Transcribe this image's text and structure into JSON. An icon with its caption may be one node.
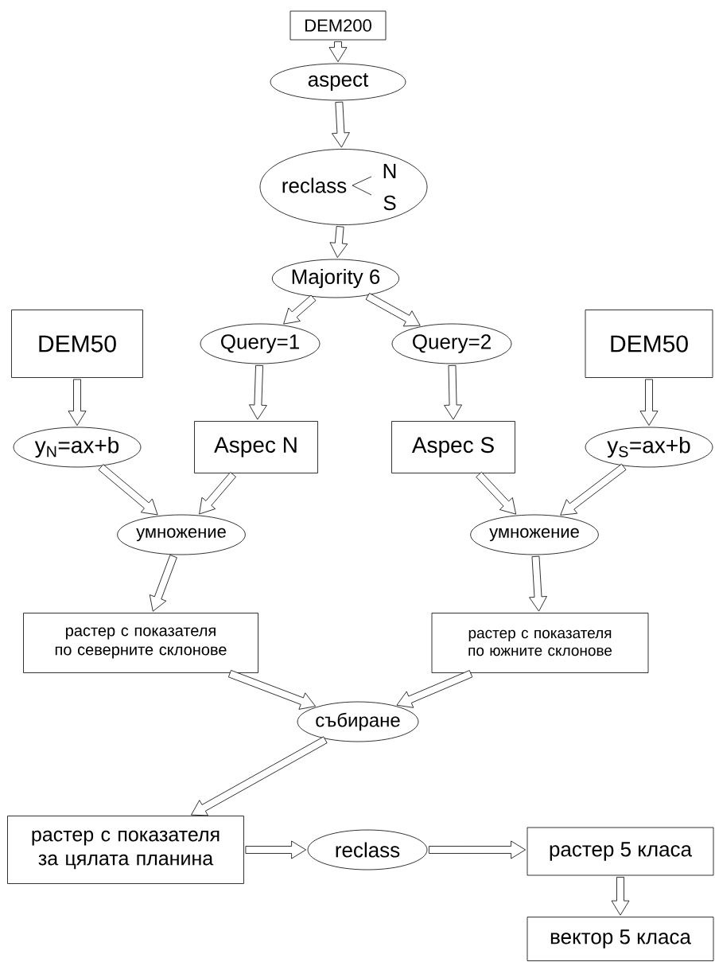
{
  "diagram": {
    "nodes": [
      {
        "text": [
          "DEM200"
        ]
      },
      {
        "text": [
          "aspect"
        ]
      },
      {
        "text": [
          "reclass",
          "N",
          "S"
        ]
      },
      {
        "text": [
          "Majority 6"
        ]
      },
      {
        "text": [
          "DEM50"
        ]
      },
      {
        "text": [
          "Query=1"
        ]
      },
      {
        "text": [
          "Query=2"
        ]
      },
      {
        "text": [
          "DEM50"
        ]
      },
      {
        "text": [
          "y$_{N}$=ax+b"
        ]
      },
      {
        "text": [
          "Aspec N"
        ]
      },
      {
        "text": [
          "Aspec S"
        ]
      },
      {
        "text": [
          "y$_{S}$=ax+b"
        ]
      },
      {
        "text": [
          "умножение"
        ]
      },
      {
        "text": [
          "умножение"
        ]
      },
      {
        "text": [
          "растер с показателя по северните склонове"
        ]
      },
      {
        "text": [
          "растер с показателя по южните склонове"
        ]
      },
      {
        "text": [
          "събиране"
        ]
      },
      {
        "text": [
          "растер с показателя за цялата планина"
        ]
      },
      {
        "text": [
          "reclass"
        ]
      },
      {
        "text": [
          "растер 5 класа"
        ]
      },
      {
        "text": [
          "вектор 5 класа"
        ]
      }
    ],
    "edges": [
      {
        "from": 0,
        "to": 1,
        "arrow": "to"
      },
      {
        "from": 1,
        "to": 2,
        "arrow": "to"
      },
      {
        "from": 2,
        "to": 3,
        "arrow": "to"
      },
      {
        "from": 3,
        "to": 5,
        "arrow": "to"
      },
      {
        "from": 3,
        "to": 6,
        "arrow": "to"
      },
      {
        "from": 4,
        "to": 8,
        "arrow": "to"
      },
      {
        "from": 5,
        "to": 9,
        "arrow": "to"
      },
      {
        "from": 6,
        "to": 10,
        "arrow": "to"
      },
      {
        "from": 7,
        "to": 11,
        "arrow": "to"
      },
      {
        "from": 8,
        "to": 12,
        "arrow": "to"
      },
      {
        "from": 9,
        "to": 12,
        "arrow": "to"
      },
      {
        "from": 10,
        "to": 13,
        "arrow": "to"
      },
      {
        "from": 11,
        "to": 13,
        "arrow": "to"
      },
      {
        "from": 12,
        "to": 14,
        "arrow": "to"
      },
      {
        "from": 13,
        "to": 15,
        "arrow": "to"
      },
      {
        "from": 14,
        "to": 16,
        "arrow": "to"
      },
      {
        "from": 15,
        "to": 16,
        "arrow": "to"
      },
      {
        "from": 16,
        "to": 17,
        "arrow": "to"
      },
      {
        "from": 17,
        "to": 18,
        "arrow": "to"
      },
      {
        "from": 18,
        "to": 19,
        "arrow": "to"
      },
      {
        "from": 19,
        "to": 20,
        "arrow": "to"
      }
    ]
  }
}
